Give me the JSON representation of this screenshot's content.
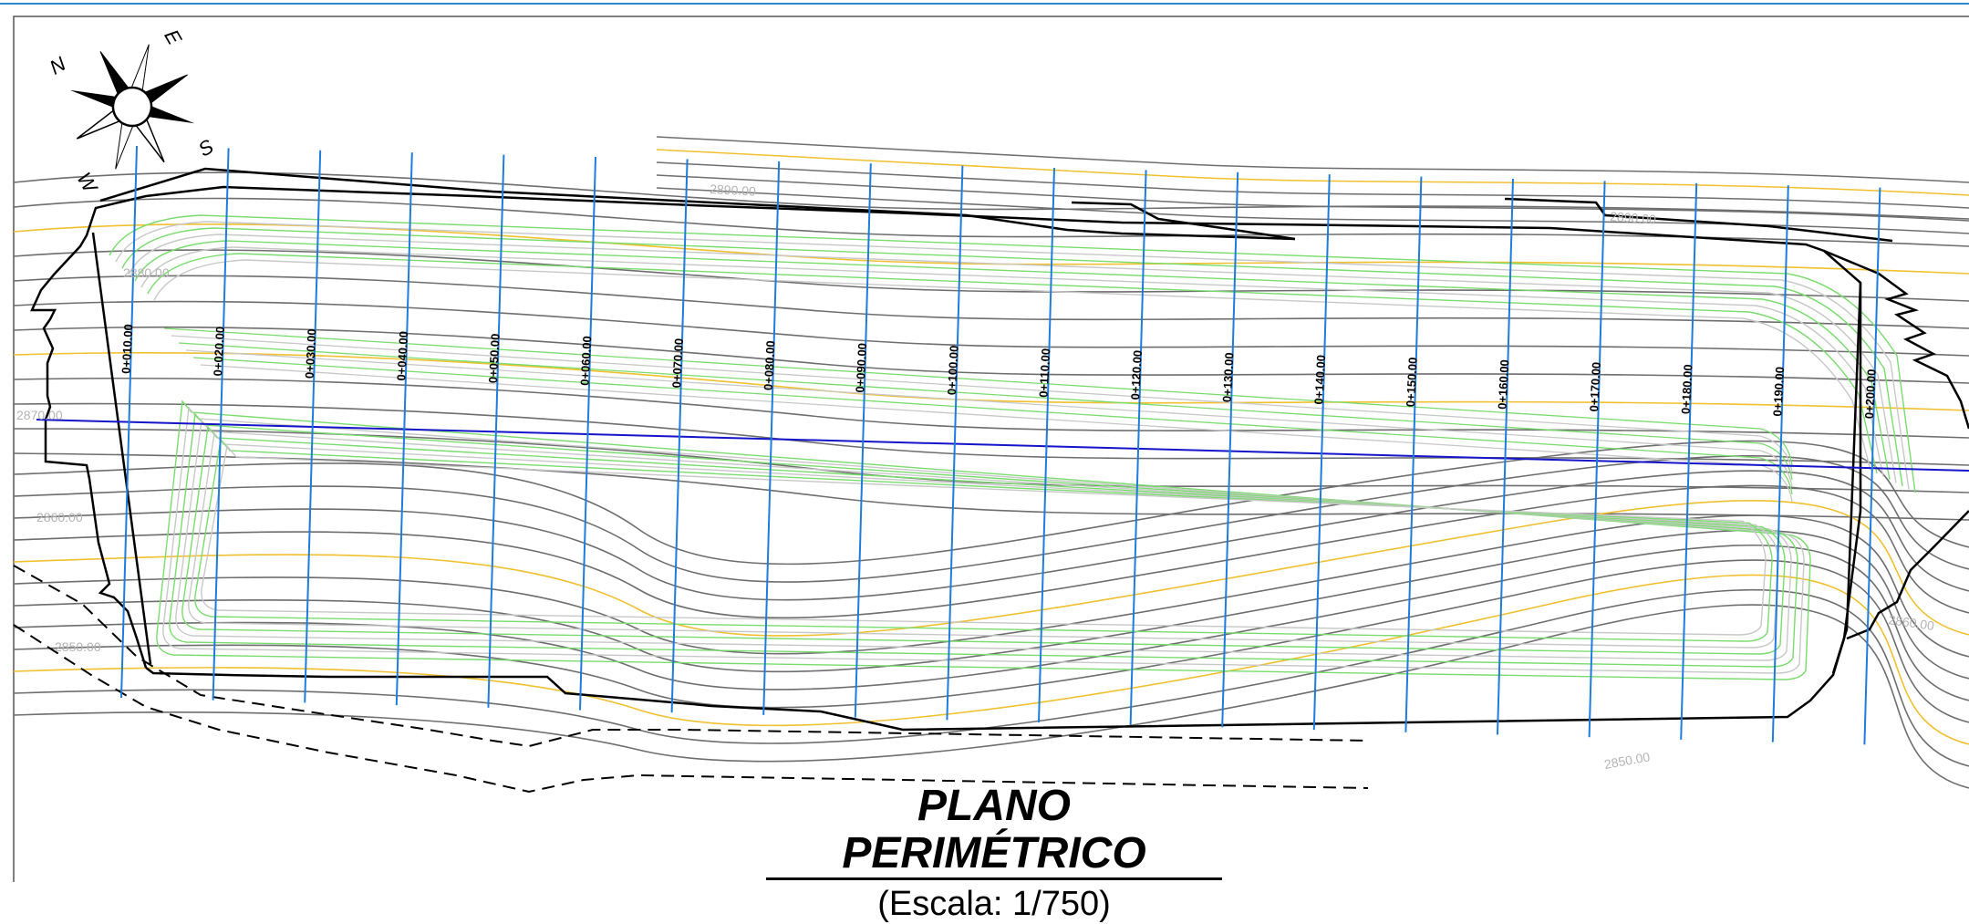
{
  "drawing": {
    "title": "PLANO PERIMÉTRICO",
    "scale": "(Escala: 1/750)"
  },
  "compass": {
    "n": "N",
    "e": "E",
    "s": "S",
    "w": "W"
  },
  "stations": [
    "0+010.00",
    "0+020.00",
    "0+030.00",
    "0+040.00",
    "0+050.00",
    "0+060.00",
    "0+070.00",
    "0+080.00",
    "0+090.00",
    "0+100.00",
    "0+110.00",
    "0+120.00",
    "0+130.00",
    "0+140.00",
    "0+150.00",
    "0+160.00",
    "0+170.00",
    "0+180.00",
    "0+190.00",
    "0+200.00"
  ],
  "contour_labels": [
    "2890.00",
    "2880.00",
    "2870.00",
    "2860.00",
    "2850.00",
    "2890.00",
    "2860.00",
    "2850.00"
  ],
  "colors": {
    "section_line": "#1e7ddc",
    "axis_line": "#1414c8",
    "contour_major": "#f0c030",
    "contour_minor": "#6e6e6e",
    "excavation": "#7adc6e",
    "excavation_grey": "#c8c8c8",
    "perimeter": "#000000",
    "frame": "#2a8ad4"
  }
}
